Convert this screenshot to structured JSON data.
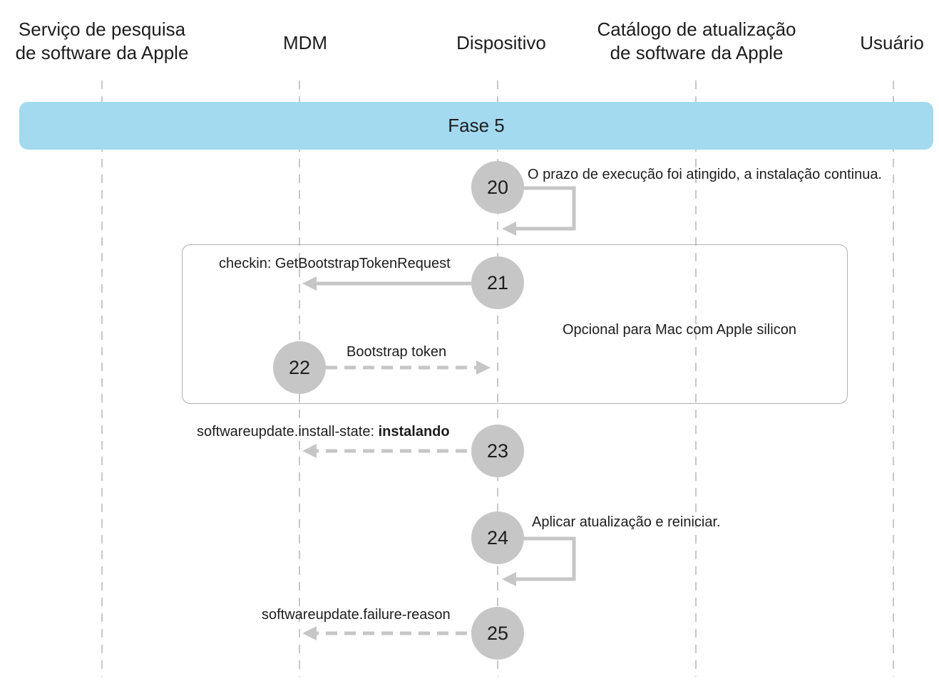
{
  "lanes": [
    {
      "id": "apple-search",
      "line1": "Serviço de pesquisa",
      "line2": "de software da Apple"
    },
    {
      "id": "mdm",
      "line1": "MDM",
      "line2": ""
    },
    {
      "id": "device",
      "line1": "Dispositivo",
      "line2": ""
    },
    {
      "id": "catalog",
      "line1": "Catálogo de atualização",
      "line2": "de software da Apple"
    },
    {
      "id": "user",
      "line1": "Usuário",
      "line2": ""
    }
  ],
  "phase": {
    "label": "Fase 5"
  },
  "optional_group": {
    "label": "Opcional para Mac com Apple silicon"
  },
  "steps": [
    {
      "number": "20",
      "label": "O prazo de execução foi atingido, a instalação continua."
    },
    {
      "number": "21",
      "label": "checkin: GetBootstrapTokenRequest"
    },
    {
      "number": "22",
      "label": "Bootstrap token"
    },
    {
      "number": "23",
      "label_prefix": "softwareupdate.install-state: ",
      "label_bold": "instalando"
    },
    {
      "number": "24",
      "label": "Aplicar atualização e reiniciar."
    },
    {
      "number": "25",
      "label": "softwareupdate.failure-reason"
    }
  ],
  "colors": {
    "phase_band": "#a3daef",
    "step_circle": "#c6c6c6",
    "arrow": "#c6c6c6",
    "lifeline": "#b5b5b5"
  }
}
